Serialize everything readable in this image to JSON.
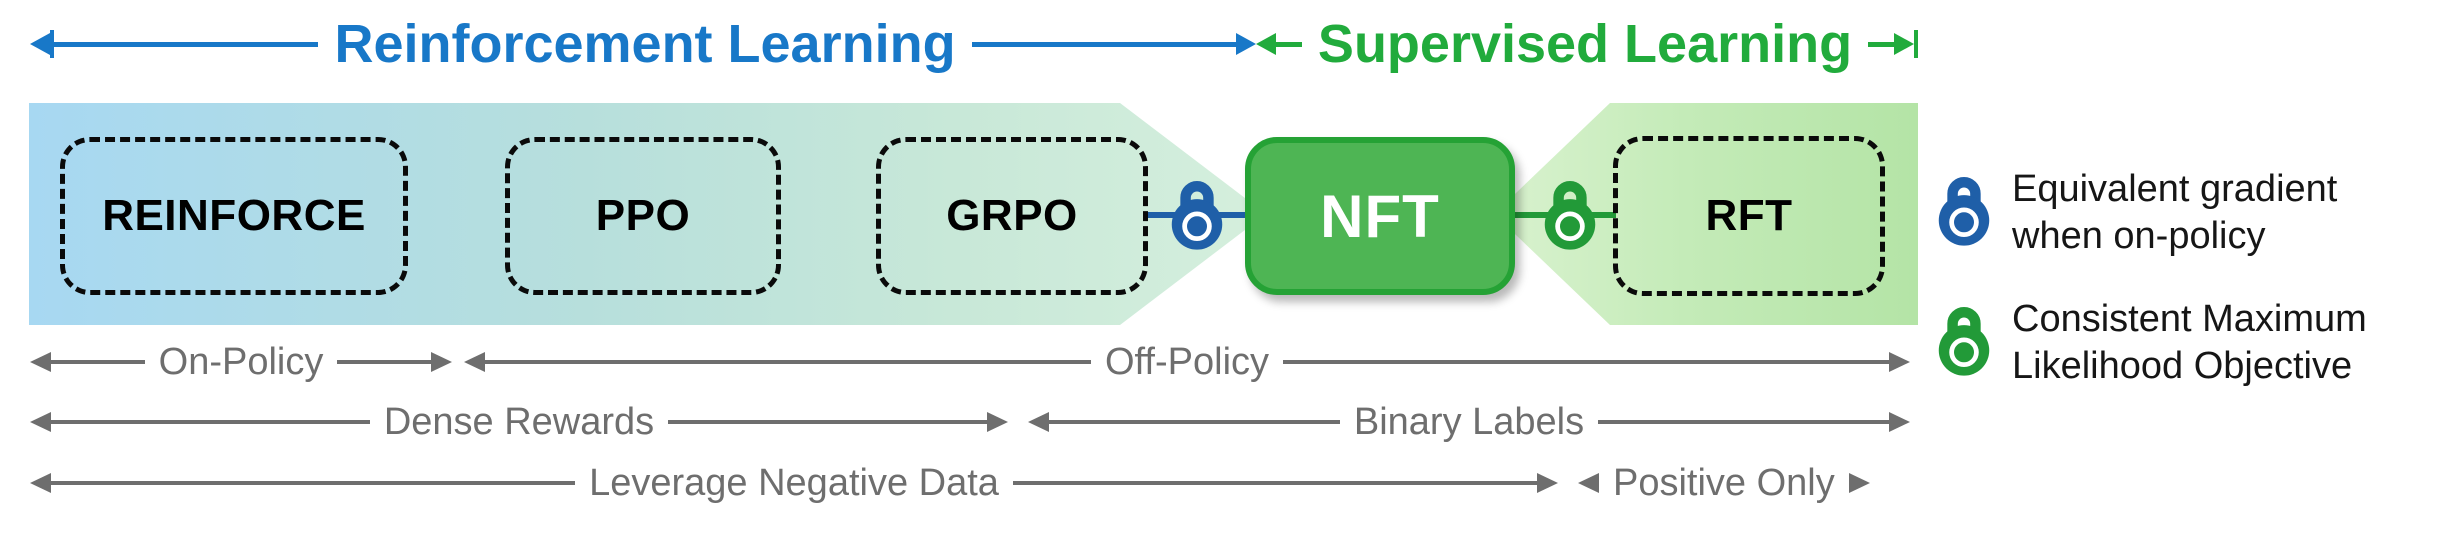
{
  "header": {
    "rl_label": "Reinforcement Learning",
    "sl_label": "Supervised Learning"
  },
  "methods": {
    "reinforce": "REINFORCE",
    "ppo": "PPO",
    "grpo": "GRPO",
    "nft": "NFT",
    "rft": "RFT"
  },
  "spans": {
    "on_policy": "On-Policy",
    "off_policy": "Off-Policy",
    "dense_rewards": "Dense Rewards",
    "binary_labels": "Binary Labels",
    "leverage_negative": "Leverage Negative Data",
    "positive_only": "Positive Only"
  },
  "legend": {
    "items": [
      {
        "icon": "blue-lock-icon",
        "line1": "Equivalent gradient",
        "line2": "when on-policy",
        "color": "#1f5fa8"
      },
      {
        "icon": "green-lock-icon",
        "line1": "Consistent Maximum",
        "line2": "Likelihood Objective",
        "color": "#229a38"
      }
    ]
  },
  "colors": {
    "rl_blue": "#1878c8",
    "sl_green": "#21ab3c",
    "lock_blue": "#1f5fa8",
    "lock_green": "#229a38",
    "nft_fill": "#4eb554",
    "nft_border": "#25a235",
    "band_blue": "#a7d8f2",
    "band_green": "#b4e4a6",
    "annotation_gray": "#6e6e6e"
  }
}
